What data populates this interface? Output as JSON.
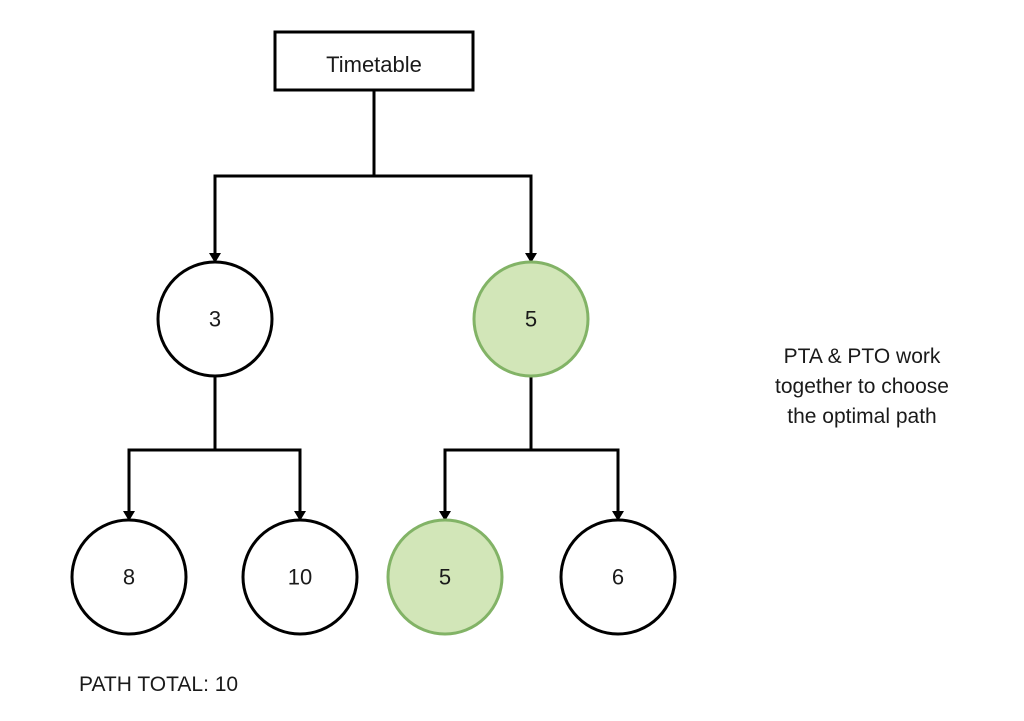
{
  "root": {
    "label": "Timetable"
  },
  "level1": [
    {
      "label": "3",
      "highlighted": false
    },
    {
      "label": "5",
      "highlighted": true
    }
  ],
  "level2": [
    {
      "label": "8",
      "highlighted": false
    },
    {
      "label": "10",
      "highlighted": false
    },
    {
      "label": "5",
      "highlighted": true
    },
    {
      "label": "6",
      "highlighted": false
    }
  ],
  "note": {
    "line1": "PTA & PTO work",
    "line2": "together to choose",
    "line3": "the optimal path"
  },
  "footer": {
    "path_total": "PATH TOTAL: 10"
  },
  "colors": {
    "highlight_fill": "#d2e6b8",
    "highlight_stroke": "#82b366",
    "node_fill": "#ffffff",
    "stroke": "#000000"
  }
}
